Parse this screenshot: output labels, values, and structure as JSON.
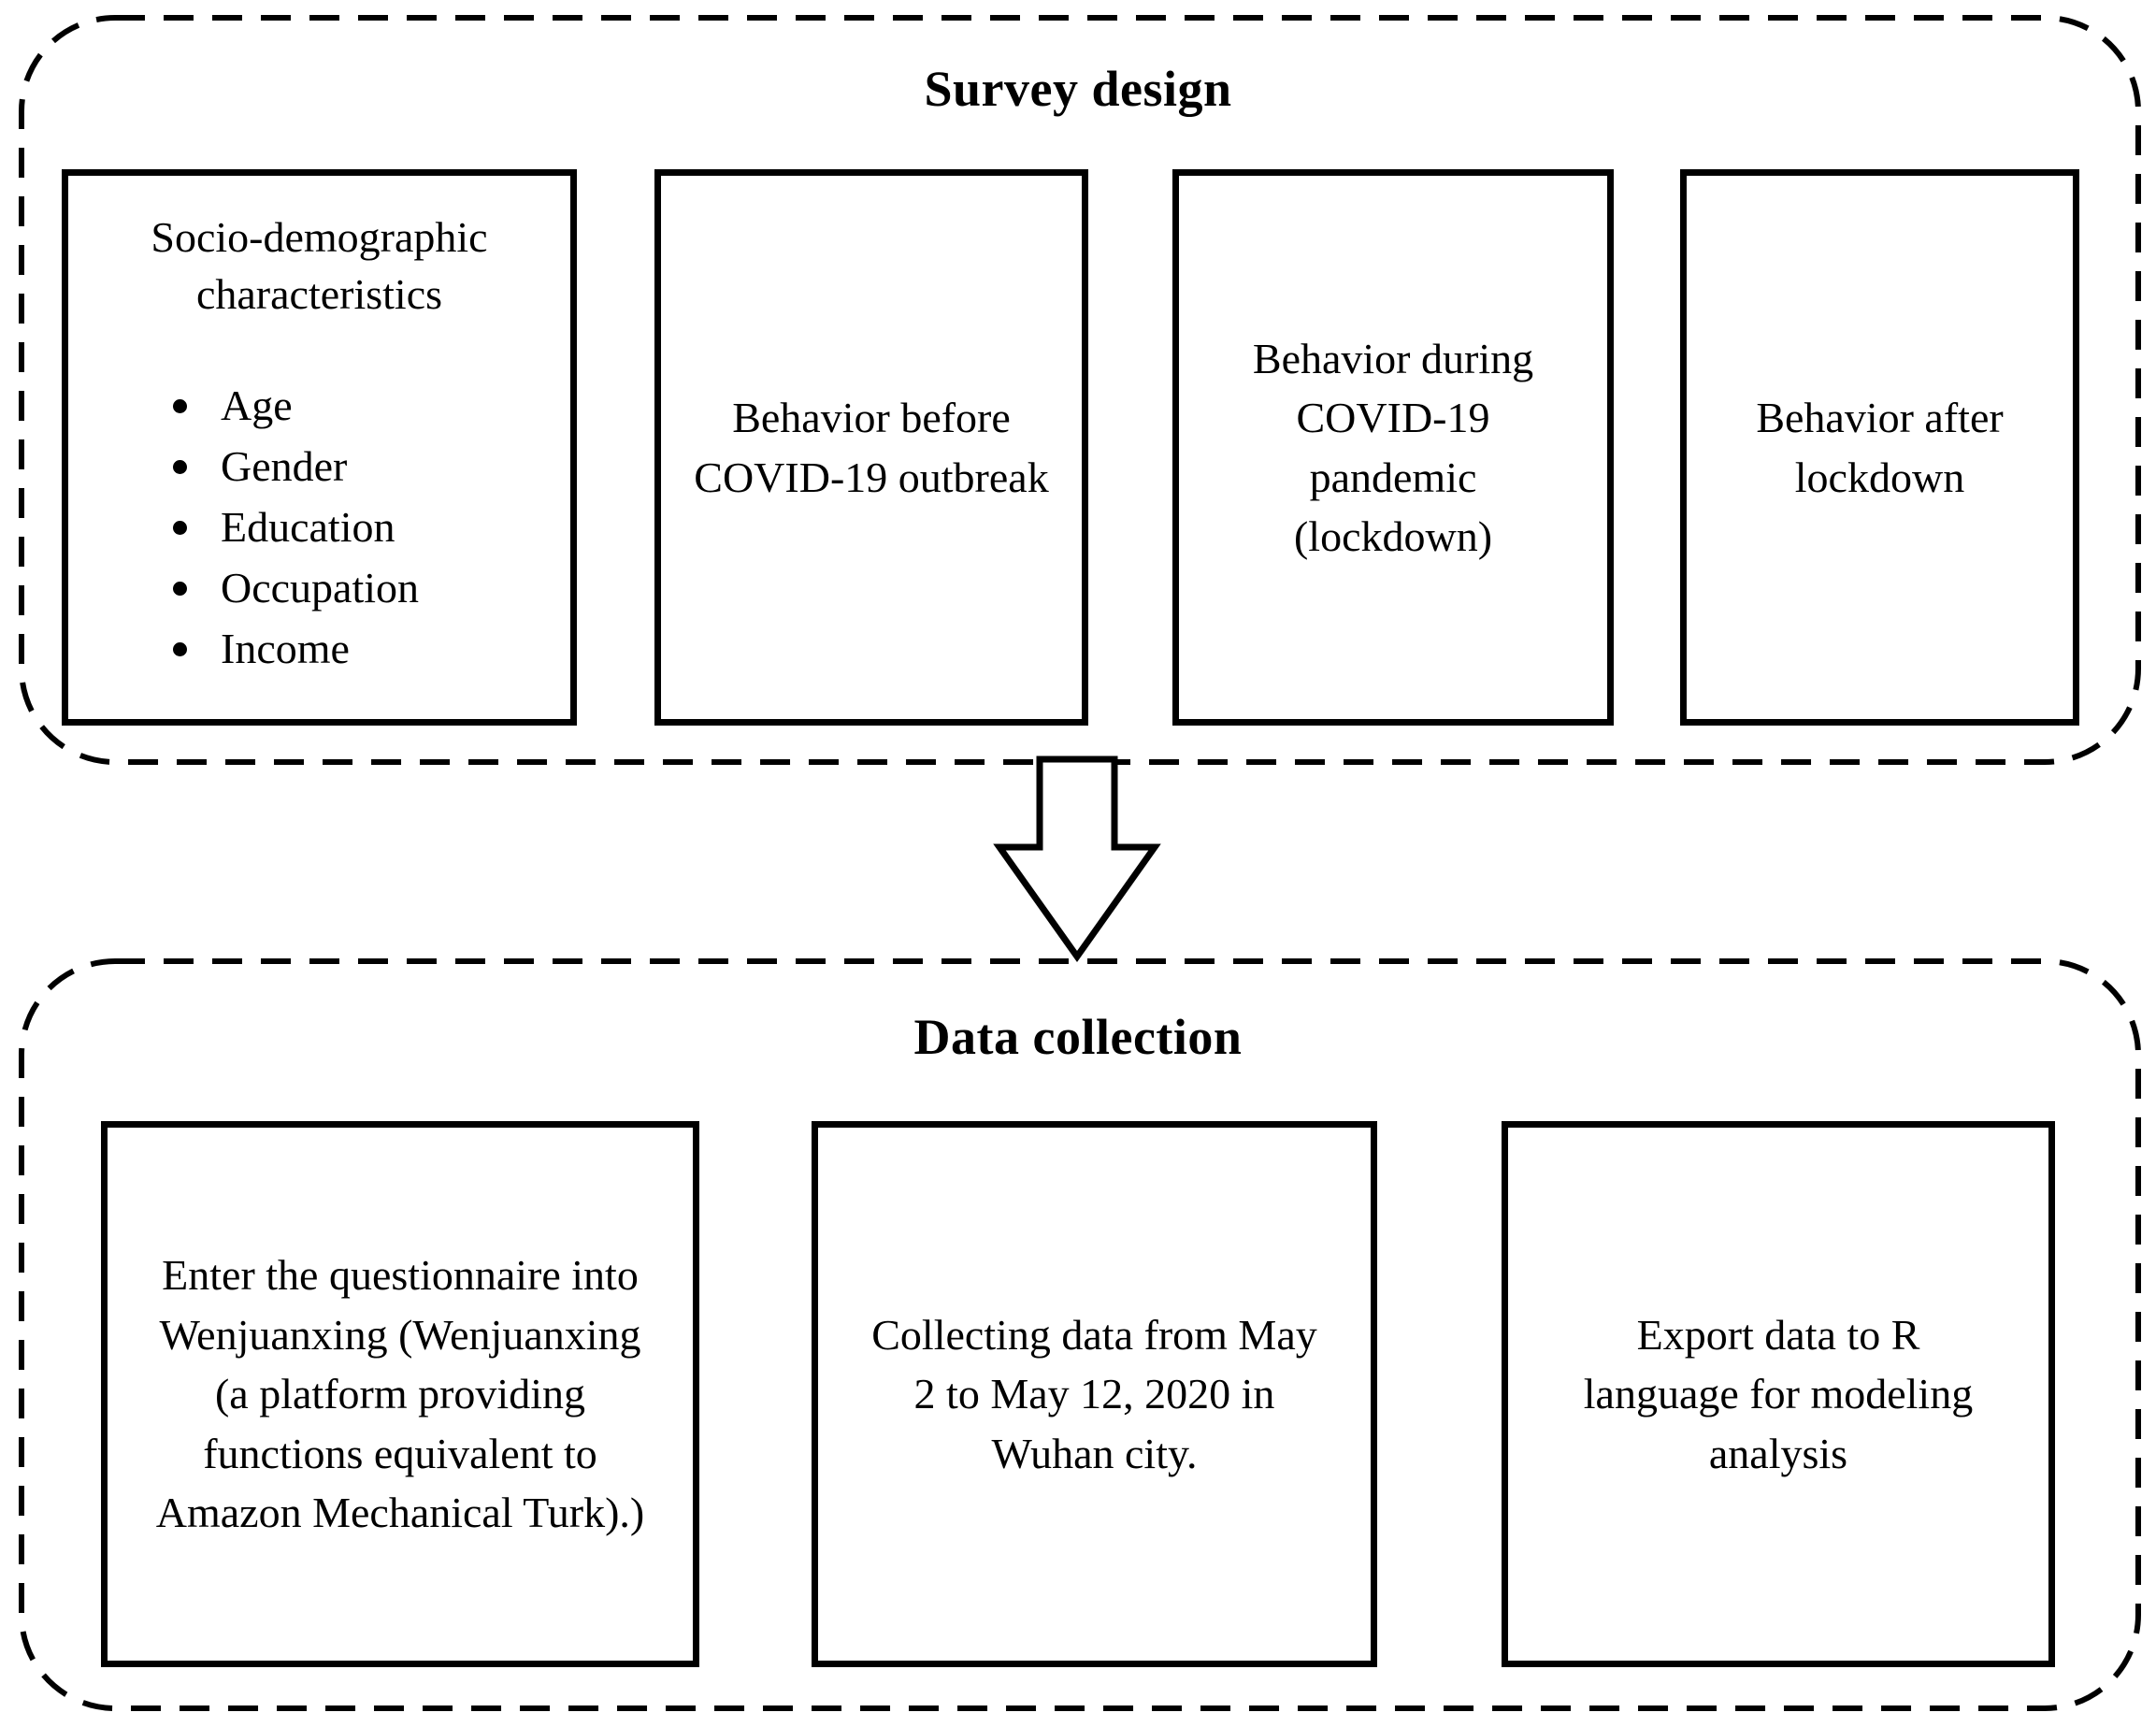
{
  "colors": {
    "ink": "#000000",
    "paper": "#ffffff"
  },
  "survey_design": {
    "title": "Survey design",
    "box_sociodemographic": {
      "heading": "Socio-demographic characteristics",
      "bullets": [
        "Age",
        "Gender",
        "Education",
        "Occupation",
        "Income"
      ]
    },
    "box_before": "Behavior before COVID-19 outbreak",
    "box_during": "Behavior during COVID-19 pandemic (lockdown)",
    "box_after": "Behavior after lockdown"
  },
  "flow": {
    "arrow_icon": "down-block-arrow-icon"
  },
  "data_collection": {
    "title": "Data collection",
    "box_questionnaire": "Enter the questionnaire into Wenjuanxing (Wenjuanxing (a platform providing functions equivalent to Amazon Mechanical Turk).)",
    "box_collecting": "Collecting data from May 2 to May 12, 2020 in Wuhan city.",
    "box_export": "Export data to R language for modeling analysis"
  }
}
